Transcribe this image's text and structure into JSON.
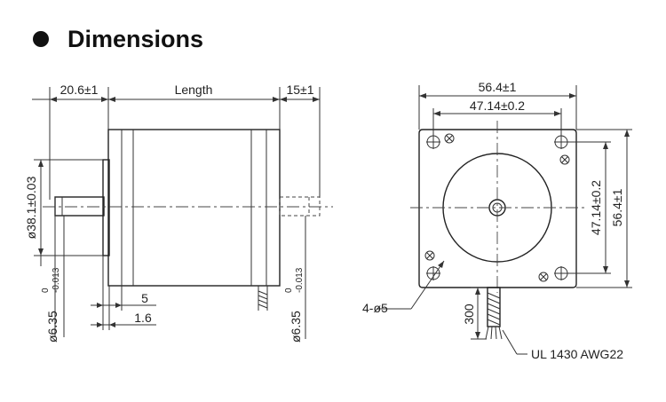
{
  "header": {
    "title": "Dimensions"
  },
  "side_view": {
    "flange_length": "20.6±1",
    "body_length": "Length",
    "rear_shaft": "15±1",
    "pilot_diameter": "ø38.1±0.03",
    "front_shaft_diameter": "ø6.35",
    "front_shaft_tol_upper": "0",
    "front_shaft_tol_lower": "-0.013",
    "rear_shaft_diameter": "ø6.35",
    "rear_shaft_tol_upper": "0",
    "rear_shaft_tol_lower": "-0.013",
    "flange_thickness": "5",
    "pilot_depth": "1.6"
  },
  "front_view": {
    "overall_width": "56.4±1",
    "hole_spacing_x": "47.14±0.2",
    "hole_spacing_y": "47.14±0.2",
    "overall_height": "56.4±1",
    "mount_holes": "4-ø5",
    "lead_length": "300",
    "wire_spec": "UL 1430 AWG22"
  }
}
